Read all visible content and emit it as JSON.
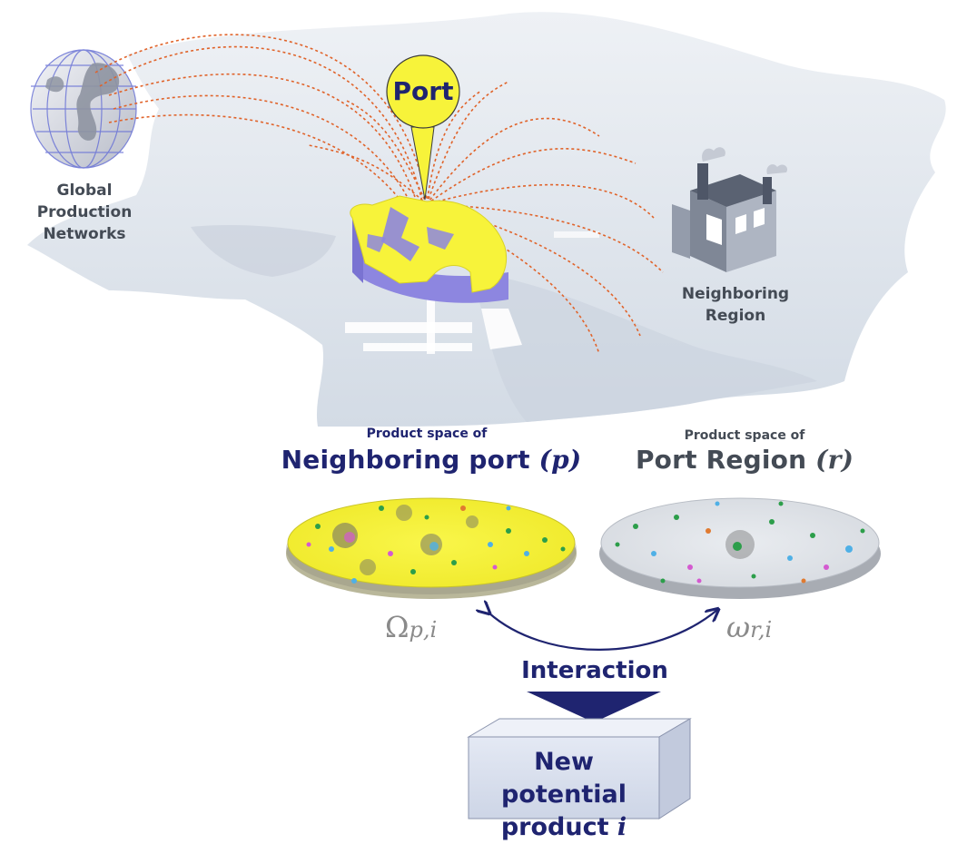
{
  "labels": {
    "global": [
      "Global",
      "Production",
      "Networks"
    ],
    "port": "Port",
    "neighboring_region": [
      "Neighboring",
      "Region"
    ],
    "ps_left_small": "Product space of",
    "ps_left_big": "Neighboring port",
    "ps_left_var": "(p)",
    "ps_right_small": "Product space of",
    "ps_right_big": "Port Region",
    "ps_right_var": "(r)",
    "omega_upper": "Ω",
    "omega_upper_sub": "p,i",
    "omega_lower": "ω",
    "omega_lower_sub": "r,i",
    "interaction": "Interaction",
    "box": [
      "New potential",
      "product"
    ],
    "box_var": "i"
  },
  "colors": {
    "navy": "#1f2470",
    "yellow": "#f7f33a",
    "purple": "#8d86e0",
    "route": "#e0632a",
    "map": "#dfe5ec",
    "label_gray": "#444b55"
  }
}
